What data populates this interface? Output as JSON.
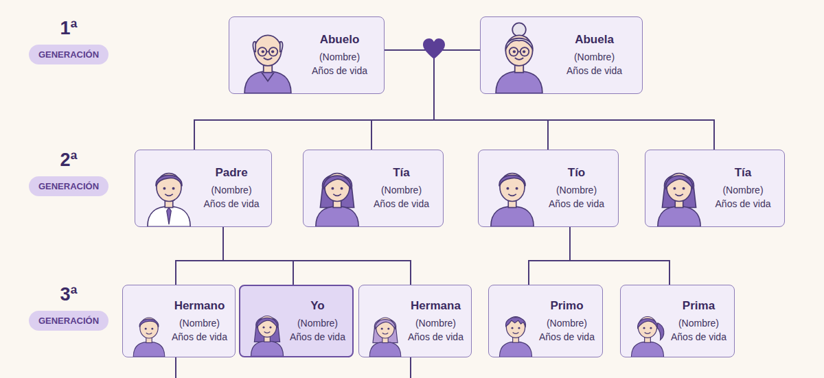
{
  "diagram": {
    "nodes": [
      {
        "text": [
          "1ª",
          "GENERACIÓN"
        ]
      },
      {
        "text": [
          "Abuelo",
          "(Nombre)",
          "Años de vida"
        ]
      },
      {
        "text": [
          "Abuela",
          "(Nombre)",
          "Años de vida"
        ]
      },
      {
        "text": [
          "2ª",
          "GENERACIÓN"
        ]
      },
      {
        "text": [
          "Padre",
          "(Nombre)",
          "Años de vida"
        ]
      },
      {
        "text": [
          "Tía",
          "(Nombre)",
          "Años de vida"
        ]
      },
      {
        "text": [
          "Tío",
          "(Nombre)",
          "Años de vida"
        ]
      },
      {
        "text": [
          "Tía",
          "(Nombre)",
          "Años de vida"
        ]
      },
      {
        "text": [
          "3ª",
          "GENERACIÓN"
        ]
      },
      {
        "text": [
          "Hermano",
          "(Nombre)",
          "Años de vida"
        ]
      },
      {
        "text": [
          "Yo",
          "(Nombre)",
          "Años de vida"
        ]
      },
      {
        "text": [
          "Hermana",
          "(Nombre)",
          "Años de vida"
        ]
      },
      {
        "text": [
          "Primo",
          "(Nombre)",
          "Años de vida"
        ]
      },
      {
        "text": [
          "Prima",
          "(Nombre)",
          "Años de vida"
        ]
      }
    ],
    "edges": [
      {
        "from": 1,
        "to": 2,
        "arrow": "none"
      },
      {
        "from": 1,
        "to": 4,
        "arrow": "none"
      },
      {
        "from": 1,
        "to": 5,
        "arrow": "none"
      },
      {
        "from": 1,
        "to": 6,
        "arrow": "none"
      },
      {
        "from": 1,
        "to": 7,
        "arrow": "none"
      },
      {
        "from": 2,
        "to": 4,
        "arrow": "none"
      },
      {
        "from": 2,
        "to": 5,
        "arrow": "none"
      },
      {
        "from": 2,
        "to": 6,
        "arrow": "none"
      },
      {
        "from": 2,
        "to": 7,
        "arrow": "none"
      },
      {
        "from": 4,
        "to": 9,
        "arrow": "none"
      },
      {
        "from": 4,
        "to": 10,
        "arrow": "none"
      },
      {
        "from": 4,
        "to": 11,
        "arrow": "none"
      },
      {
        "from": 6,
        "to": 12,
        "arrow": "none"
      },
      {
        "from": 6,
        "to": 13,
        "arrow": "none"
      }
    ]
  }
}
